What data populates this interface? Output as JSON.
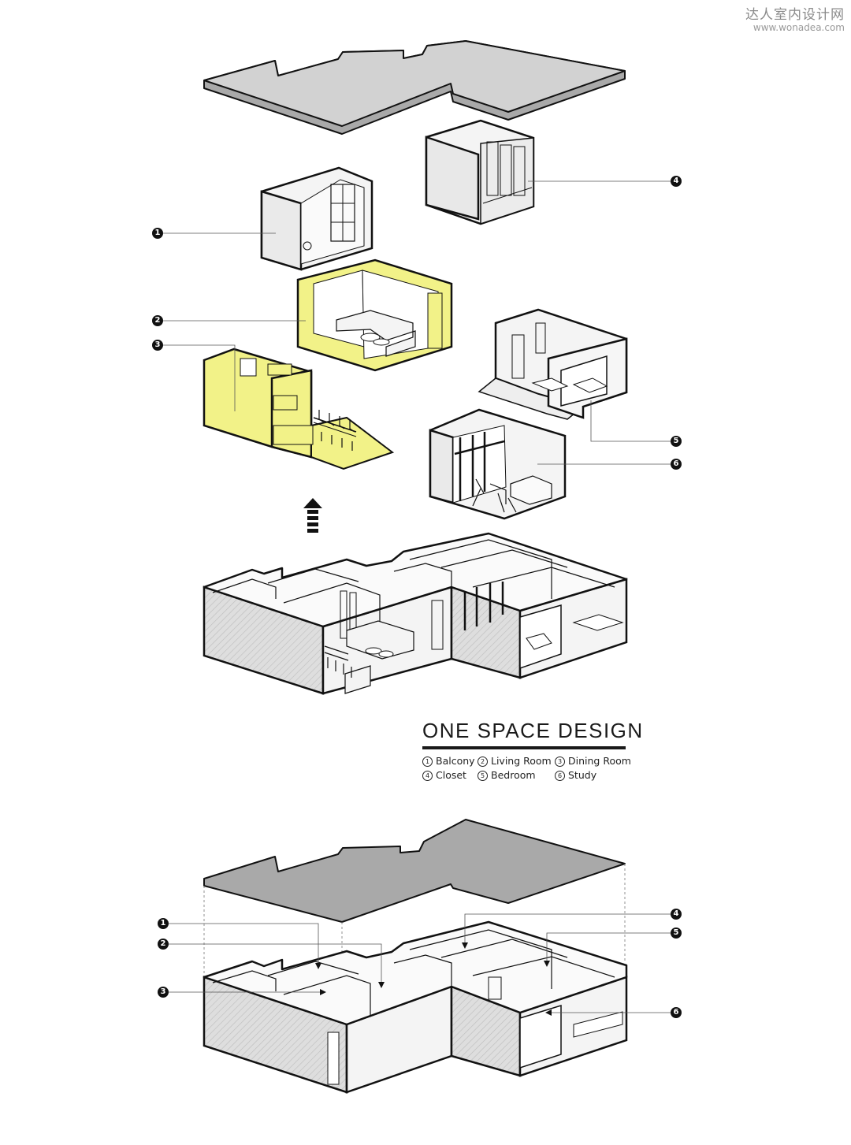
{
  "watermark": {
    "site_name": "达人室内设计网",
    "url": "www.wonadea.com"
  },
  "legend": {
    "title": "ONE SPACE DESIGN",
    "items": [
      {
        "num": "1",
        "label": "Balcony"
      },
      {
        "num": "2",
        "label": "Living Room"
      },
      {
        "num": "3",
        "label": "Dining Room"
      },
      {
        "num": "4",
        "label": "Closet"
      },
      {
        "num": "5",
        "label": "Bedroom"
      },
      {
        "num": "6",
        "label": "Study"
      }
    ]
  },
  "colors": {
    "highlight": "#f2f288",
    "slab_top": "#d2d2d2",
    "slab_side": "#a9a9a9",
    "wall_light": "#f4f4f4",
    "wall_shade": "#e6e6e6",
    "line": "#111111"
  },
  "icons": [
    "up-arrow-icon"
  ]
}
